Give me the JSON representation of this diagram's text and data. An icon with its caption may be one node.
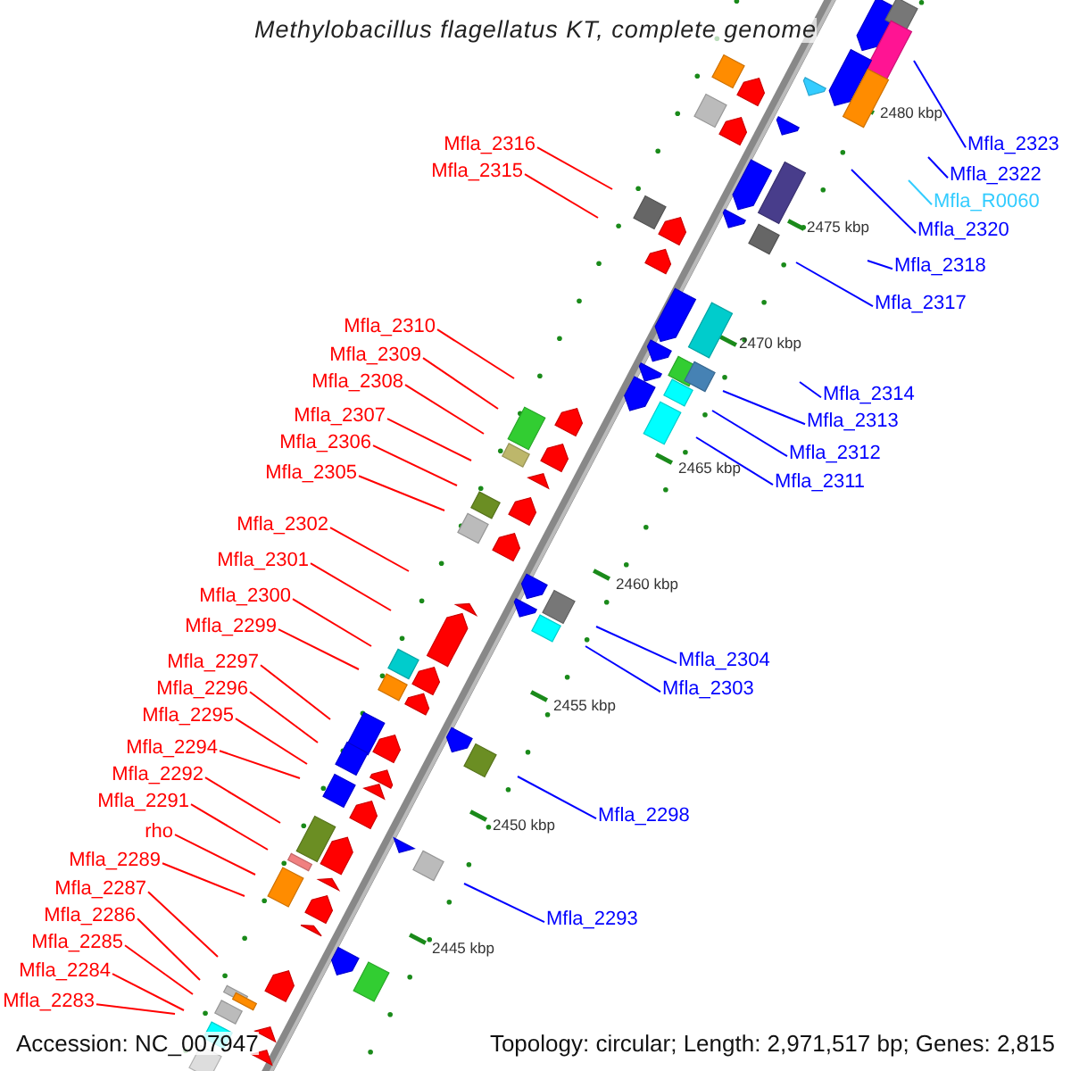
{
  "diagram": {
    "title": "Methylobacillus flagellatus KT, complete genome",
    "nodes": [
      {
        "text": [
          "Mfla_2316"
        ]
      },
      {
        "text": [
          "Mfla_2315"
        ]
      },
      {
        "text": [
          "Mfla_2310"
        ]
      },
      {
        "text": [
          "Mfla_2309"
        ]
      },
      {
        "text": [
          "Mfla_2308"
        ]
      },
      {
        "text": [
          "Mfla_2307"
        ]
      },
      {
        "text": [
          "Mfla_2306"
        ]
      },
      {
        "text": [
          "Mfla_2305"
        ]
      },
      {
        "text": [
          "Mfla_2302"
        ]
      },
      {
        "text": [
          "Mfla_2301"
        ]
      },
      {
        "text": [
          "Mfla_2300"
        ]
      },
      {
        "text": [
          "Mfla_2299"
        ]
      },
      {
        "text": [
          "Mfla_2297"
        ]
      },
      {
        "text": [
          "Mfla_2296"
        ]
      },
      {
        "text": [
          "Mfla_2295"
        ]
      },
      {
        "text": [
          "Mfla_2294"
        ]
      },
      {
        "text": [
          "Mfla_2292"
        ]
      },
      {
        "text": [
          "Mfla_2291"
        ]
      },
      {
        "text": [
          "rho"
        ]
      },
      {
        "text": [
          "Mfla_2289"
        ]
      },
      {
        "text": [
          "Mfla_2287"
        ]
      },
      {
        "text": [
          "Mfla_2286"
        ]
      },
      {
        "text": [
          "Mfla_2285"
        ]
      },
      {
        "text": [
          "Mfla_2284"
        ]
      },
      {
        "text": [
          "Mfla_2283"
        ]
      },
      {
        "text": [
          "Mfla_2323"
        ]
      },
      {
        "text": [
          "Mfla_2322"
        ]
      },
      {
        "text": [
          "Mfla_R0060"
        ]
      },
      {
        "text": [
          "Mfla_2320"
        ]
      },
      {
        "text": [
          "Mfla_2318"
        ]
      },
      {
        "text": [
          "Mfla_2317"
        ]
      },
      {
        "text": [
          "Mfla_2314"
        ]
      },
      {
        "text": [
          "Mfla_2313"
        ]
      },
      {
        "text": [
          "Mfla_2312"
        ]
      },
      {
        "text": [
          "Mfla_2311"
        ]
      },
      {
        "text": [
          "Mfla_2304"
        ]
      },
      {
        "text": [
          "Mfla_2303"
        ]
      },
      {
        "text": [
          "Mfla_2298"
        ]
      },
      {
        "text": [
          "Mfla_2293"
        ]
      }
    ],
    "edges": [
      {
        "from": 0,
        "to": null,
        "arrow": "none"
      },
      {
        "from": 1,
        "to": null,
        "arrow": "none"
      },
      {
        "from": 2,
        "to": null,
        "arrow": "none"
      },
      {
        "from": 3,
        "to": null,
        "arrow": "none"
      },
      {
        "from": 4,
        "to": null,
        "arrow": "none"
      },
      {
        "from": 5,
        "to": null,
        "arrow": "none"
      },
      {
        "from": 6,
        "to": null,
        "arrow": "none"
      },
      {
        "from": 7,
        "to": null,
        "arrow": "none"
      },
      {
        "from": 8,
        "to": null,
        "arrow": "none"
      },
      {
        "from": 9,
        "to": null,
        "arrow": "none"
      },
      {
        "from": 10,
        "to": null,
        "arrow": "none"
      },
      {
        "from": 11,
        "to": null,
        "arrow": "none"
      },
      {
        "from": 12,
        "to": null,
        "arrow": "none"
      },
      {
        "from": 13,
        "to": null,
        "arrow": "none"
      },
      {
        "from": 14,
        "to": null,
        "arrow": "none"
      },
      {
        "from": 15,
        "to": null,
        "arrow": "none"
      },
      {
        "from": 16,
        "to": null,
        "arrow": "none"
      },
      {
        "from": 17,
        "to": null,
        "arrow": "none"
      },
      {
        "from": 18,
        "to": null,
        "arrow": "none"
      },
      {
        "from": 19,
        "to": null,
        "arrow": "none"
      },
      {
        "from": 20,
        "to": null,
        "arrow": "none"
      },
      {
        "from": 21,
        "to": null,
        "arrow": "none"
      },
      {
        "from": 22,
        "to": null,
        "arrow": "none"
      },
      {
        "from": 23,
        "to": null,
        "arrow": "none"
      },
      {
        "from": 24,
        "to": null,
        "arrow": "none"
      },
      {
        "from": 25,
        "to": null,
        "arrow": "none",
        "color": "#0000ff"
      },
      {
        "from": 26,
        "to": null,
        "arrow": "none",
        "color": "#0000ff"
      },
      {
        "from": 27,
        "to": null,
        "arrow": "none",
        "color": "#33ccff"
      },
      {
        "from": 28,
        "to": null,
        "arrow": "none",
        "color": "#0000ff"
      },
      {
        "from": 29,
        "to": null,
        "arrow": "none",
        "color": "#0000ff"
      },
      {
        "from": 30,
        "to": null,
        "arrow": "none",
        "color": "#0000ff"
      },
      {
        "from": 31,
        "to": null,
        "arrow": "none",
        "color": "#0000ff"
      },
      {
        "from": 32,
        "to": null,
        "arrow": "none",
        "color": "#0000ff"
      },
      {
        "from": 33,
        "to": null,
        "arrow": "none",
        "color": "#0000ff"
      },
      {
        "from": 34,
        "to": null,
        "arrow": "none",
        "color": "#0000ff"
      },
      {
        "from": 35,
        "to": null,
        "arrow": "none",
        "color": "#0000ff"
      },
      {
        "from": 36,
        "to": null,
        "arrow": "none",
        "color": "#0000ff"
      },
      {
        "from": 37,
        "to": null,
        "arrow": "none",
        "color": "#0000ff"
      },
      {
        "from": 38,
        "to": null,
        "arrow": "none",
        "color": "#0000ff"
      }
    ],
    "labels": [
      "2480 kbp",
      "2475 kbp",
      "2470 kbp",
      "2465 kbp",
      "2460 kbp",
      "2455 kbp",
      "2450 kbp",
      "2445 kbp",
      "Accession: NC_007947",
      "Topology: circular; Length: 2,971,517 bp; Genes: 2,815"
    ]
  }
}
